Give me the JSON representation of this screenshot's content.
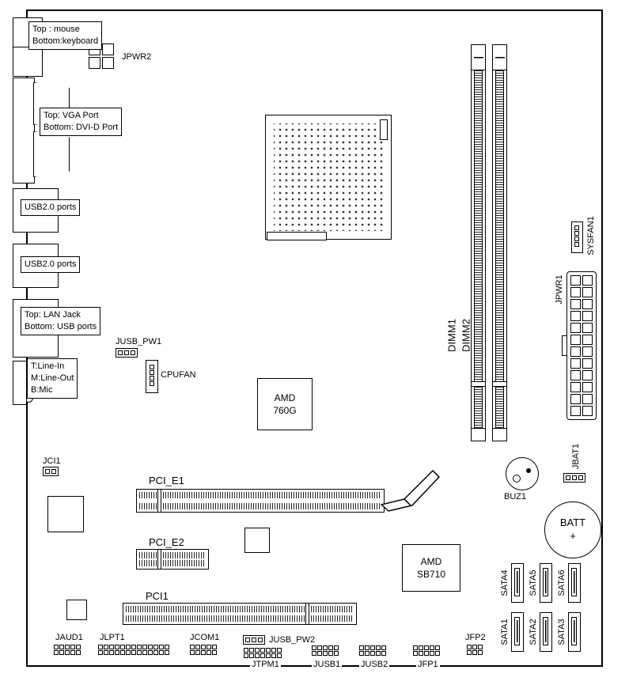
{
  "io_panel": {
    "ps2": {
      "line1": "Top : mouse",
      "line2": "Bottom:keyboard"
    },
    "video": {
      "line1": "Top: VGA Port",
      "line2": "Bottom: DVI-D Port"
    },
    "usb_top": "USB2.0 ports",
    "usb_bottom": "USB2.0 ports",
    "lan": {
      "line1": "Top: LAN Jack",
      "line2": "Bottom: USB ports"
    },
    "audio": {
      "line1": "T:Line-In",
      "line2": "M:Line-Out",
      "line3": "B:Mic"
    }
  },
  "power": {
    "jpwr1": "JPWR1",
    "jpwr2": "JPWR2"
  },
  "fans": {
    "cpufan": "CPUFAN",
    "sysfan1": "SYSFAN1"
  },
  "jumpers": {
    "jusb_pw1": "JUSB_PW1",
    "jusb_pw2": "JUSB_PW2",
    "jci1": "JCI1",
    "jbat1": "JBAT1"
  },
  "chips": {
    "northbridge": {
      "line1": "AMD",
      "line2": "760G"
    },
    "southbridge": {
      "line1": "AMD",
      "line2": "SB710"
    }
  },
  "memory": {
    "dimm1": "DIMM1",
    "dimm2": "DIMM2"
  },
  "slots": {
    "pci_e1": "PCI_E1",
    "pci_e2": "PCI_E2",
    "pci1": "PCI1"
  },
  "sata": {
    "sata1": "SATA1",
    "sata2": "SATA2",
    "sata3": "SATA3",
    "sata4": "SATA4",
    "sata5": "SATA5",
    "sata6": "SATA6"
  },
  "misc": {
    "buz1": "BUZ1",
    "batt": {
      "line1": "BATT",
      "line2": "+"
    }
  },
  "front_panel": {
    "jaud1": "JAUD1",
    "jlpt1": "JLPT1",
    "jcom1": "JCOM1",
    "jtpm1": "JTPM1",
    "jusb1": "JUSB1",
    "jusb2": "JUSB2",
    "jfp1": "JFP1",
    "jfp2": "JFP2"
  }
}
